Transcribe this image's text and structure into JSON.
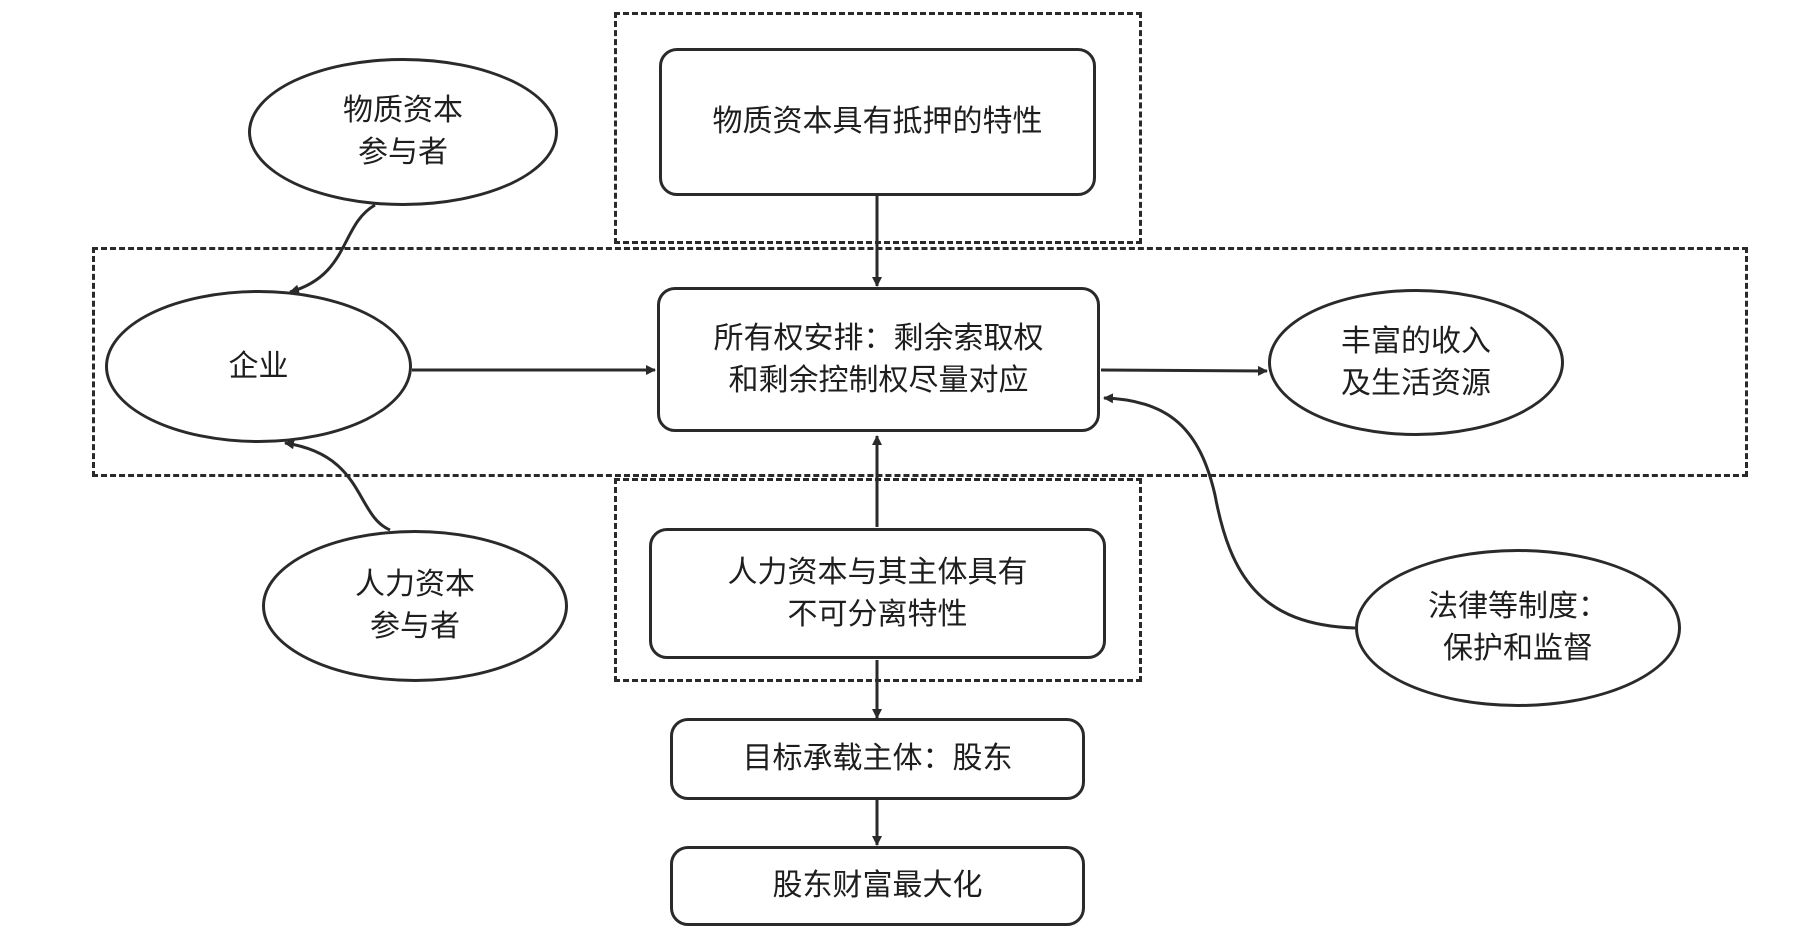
{
  "nodes": {
    "physical_capital_participant": "物质资本\n参与者",
    "enterprise": "企业",
    "human_capital_participant": "人力资本\n参与者",
    "physical_capital_feature": "物质资本具有抵押的特性",
    "ownership_arrangement": "所有权安排：剩余索取权\n和剩余控制权尽量对应",
    "human_capital_feature": "人力资本与其主体具有\n不可分离特性",
    "target_bearer": "目标承载主体：股东",
    "shareholder_wealth": "股东财富最大化",
    "rich_income": "丰富的收入\n及生活资源",
    "legal_system": "法律等制度：\n保护和监督"
  }
}
